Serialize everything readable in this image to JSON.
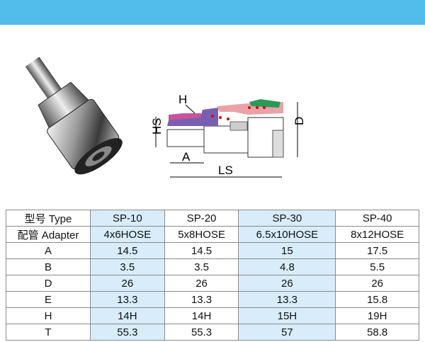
{
  "diagram_labels": {
    "h": "H",
    "hs": "HS",
    "a": "A",
    "ls": "LS",
    "d": "D"
  },
  "table": {
    "header": {
      "label": "型号 Type",
      "values": [
        "SP-10",
        "SP-20",
        "SP-30",
        "SP-40"
      ]
    },
    "rows": [
      {
        "label": "配管 Adapter",
        "values": [
          "4x6HOSE",
          "5x8HOSE",
          "6.5x10HOSE",
          "8x12HOSE"
        ]
      },
      {
        "label": "A",
        "values": [
          "14.5",
          "14.5",
          "15",
          "17.5"
        ]
      },
      {
        "label": "B",
        "values": [
          "3.5",
          "3.5",
          "4.8",
          "5.5"
        ]
      },
      {
        "label": "D",
        "values": [
          "26",
          "26",
          "26",
          "26"
        ]
      },
      {
        "label": "E",
        "values": [
          "13.3",
          "13.3",
          "13.3",
          "15.8"
        ]
      },
      {
        "label": "H",
        "values": [
          "14H",
          "14H",
          "15H",
          "19H"
        ]
      },
      {
        "label": "T",
        "values": [
          "55.3",
          "55.3",
          "57",
          "58.8"
        ]
      }
    ]
  },
  "colors": {
    "banner": "#52bdea",
    "highlight": "#d8ecfa"
  }
}
